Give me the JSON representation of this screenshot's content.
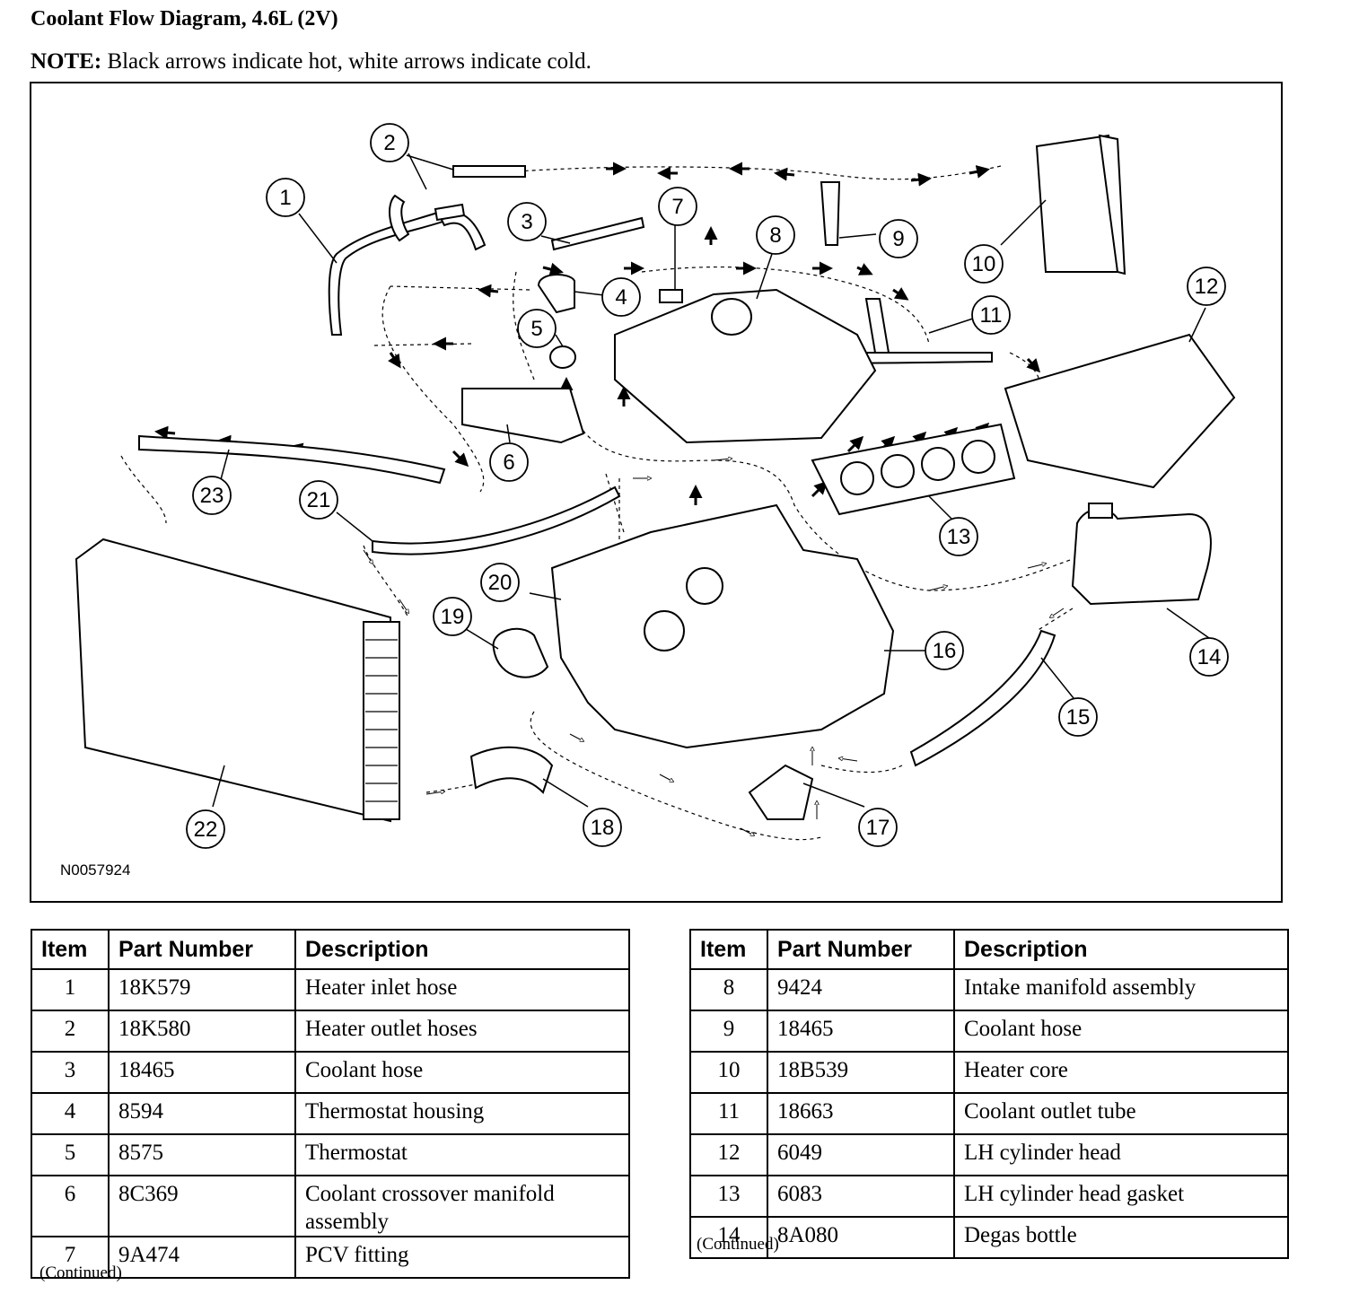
{
  "header": {
    "title": "Coolant Flow Diagram, 4.6L (2V)",
    "note_label": "NOTE:",
    "note_text": " Black arrows indicate hot, white arrows indicate cold."
  },
  "figure": {
    "figure_id": "N0057924",
    "callouts": [
      "1",
      "2",
      "3",
      "4",
      "5",
      "6",
      "7",
      "8",
      "9",
      "10",
      "11",
      "12",
      "13",
      "14",
      "15",
      "16",
      "17",
      "18",
      "19",
      "20",
      "21",
      "22",
      "23"
    ]
  },
  "tables": {
    "headers": {
      "item": "Item",
      "part_number": "Part Number",
      "description": "Description"
    },
    "left": [
      {
        "item": "1",
        "part": "18K579",
        "desc": "Heater inlet hose"
      },
      {
        "item": "2",
        "part": "18K580",
        "desc": "Heater outlet hoses"
      },
      {
        "item": "3",
        "part": "18465",
        "desc": "Coolant hose"
      },
      {
        "item": "4",
        "part": "8594",
        "desc": "Thermostat housing"
      },
      {
        "item": "5",
        "part": "8575",
        "desc": "Thermostat"
      },
      {
        "item": "6",
        "part": "8C369",
        "desc": "Coolant crossover manifold assembly"
      },
      {
        "item": "7",
        "part": "9A474",
        "desc": "PCV fitting"
      }
    ],
    "right": [
      {
        "item": "8",
        "part": "9424",
        "desc": "Intake manifold assembly"
      },
      {
        "item": "9",
        "part": "18465",
        "desc": "Coolant hose"
      },
      {
        "item": "10",
        "part": "18B539",
        "desc": "Heater core"
      },
      {
        "item": "11",
        "part": "18663",
        "desc": "Coolant outlet tube"
      },
      {
        "item": "12",
        "part": "6049",
        "desc": "LH cylinder head"
      },
      {
        "item": "13",
        "part": "6083",
        "desc": "LH cylinder head gasket"
      },
      {
        "item": "14",
        "part": "8A080",
        "desc": "Degas bottle"
      }
    ],
    "continued": "(Continued)"
  }
}
